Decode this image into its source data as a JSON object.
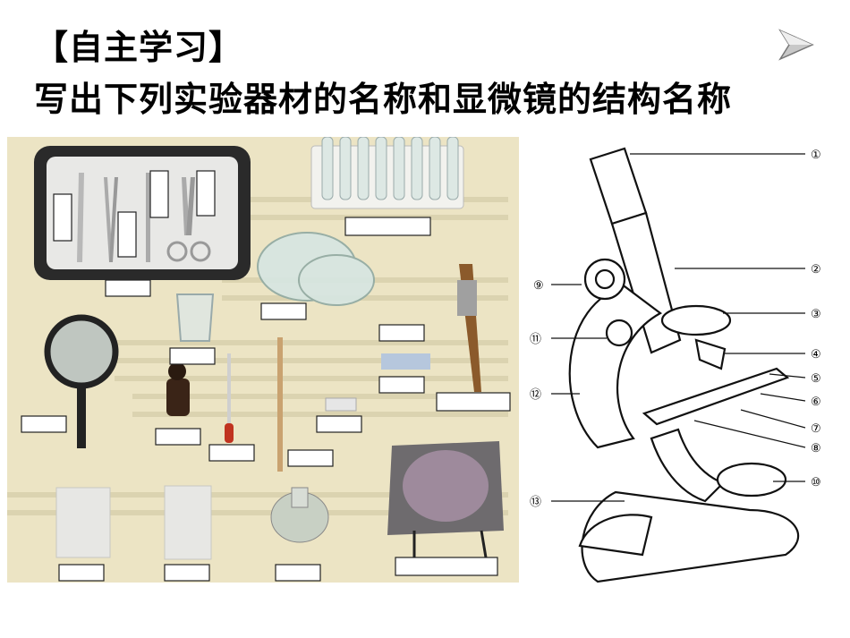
{
  "heading": {
    "title": "【自主学习】",
    "subtitle": "写出下列实验器材的名称和显微镜的结构名称"
  },
  "navigation": {
    "next_icon": "arrow-right-icon"
  },
  "microscope": {
    "labels": [
      "①",
      "②",
      "③",
      "④",
      "⑤",
      "⑥",
      "⑦",
      "⑧",
      "⑨",
      "⑩",
      "⑪",
      "⑫",
      "⑬"
    ]
  },
  "colors": {
    "photo_background": "#ece4c4",
    "accent": "#000000"
  }
}
